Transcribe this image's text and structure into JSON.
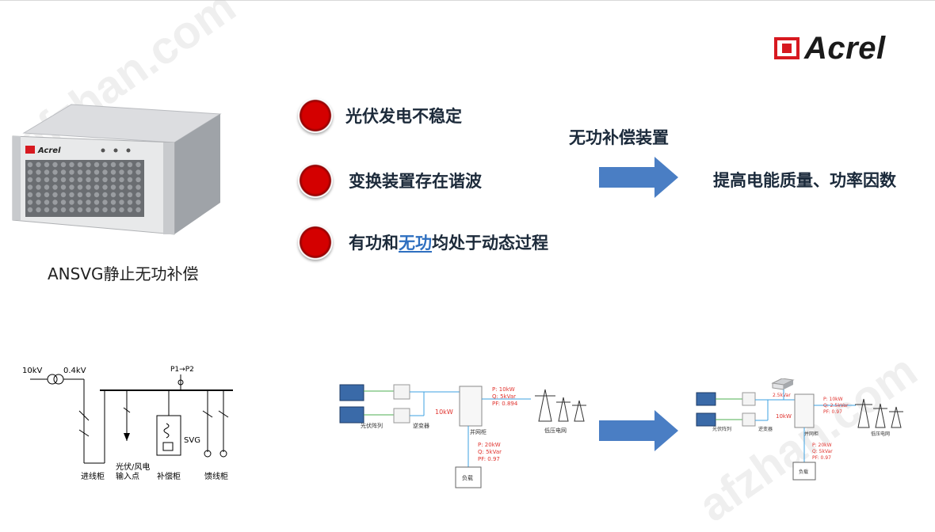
{
  "logo": {
    "text": "Acrel"
  },
  "watermark": "afzhan.com",
  "product": {
    "caption": "ANSVG静止无功补偿",
    "badge": "Acrel"
  },
  "bullets": [
    {
      "pre": "光伏发电不稳定",
      "highlight": "",
      "post": ""
    },
    {
      "pre": "变换装置存在谐波",
      "highlight": "",
      "post": ""
    },
    {
      "pre": "有功和",
      "highlight": "无功",
      "post": "均处于动态过程"
    }
  ],
  "device_label": "无功补偿装置",
  "result_label": "提高电能质量、功率因数",
  "single_line": {
    "hv": "10kV",
    "lv": "0.4kV",
    "ct": "P1→P2",
    "svg": "SVG",
    "cabinets": [
      "进线柜",
      "光伏/风电\n输入点",
      "补偿柜",
      "馈线柜"
    ]
  },
  "system_before": {
    "pv_label": "光伏阵列",
    "inverter_label": "逆变器",
    "power": "10kW",
    "grid_cab": "并网柜",
    "grid_label": "低压电网",
    "load_label": "负载",
    "meter_top": [
      "P:   10kW",
      "Q:   5kVar",
      "PF: 0.894"
    ],
    "meter_bottom": [
      "P:   20kW",
      "Q:   5kVar",
      "PF: 0.97"
    ]
  },
  "system_after": {
    "pv_label": "光伏阵列",
    "inverter_label": "逆变器",
    "power": "10kW",
    "comp": "2.5kVar",
    "grid_cab": "并网柜",
    "grid_label": "低压电网",
    "load_label": "负载",
    "meter_top": [
      "P:   10kW",
      "Q:   2.5kVar",
      "PF: 0.97"
    ],
    "meter_bottom": [
      "P:   20kW",
      "Q:   5kVar",
      "PF: 0.97"
    ]
  },
  "colors": {
    "accent_red": "#d40000",
    "arrow_blue": "#4a7ec4",
    "text_dark": "#1c2a3a",
    "meter_red": "#e0322d"
  }
}
